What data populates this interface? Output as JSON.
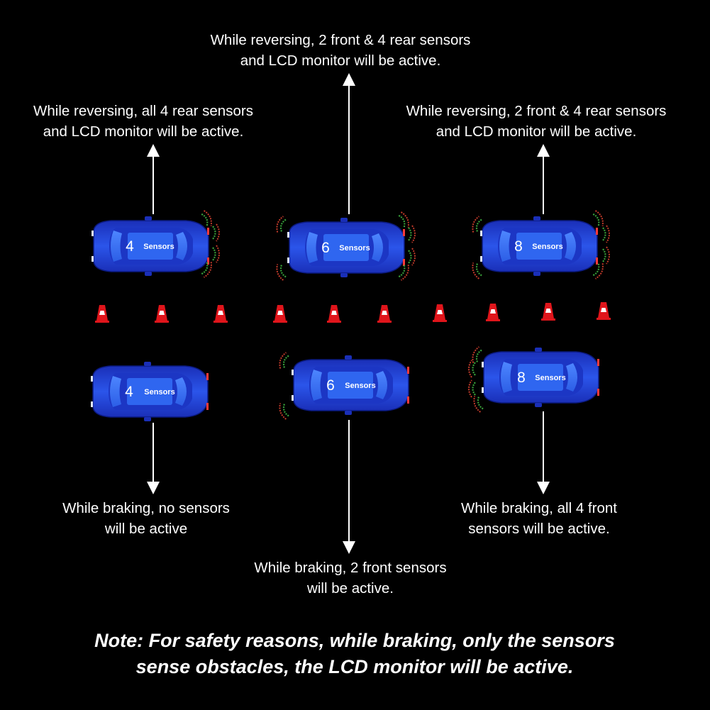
{
  "captions": {
    "rev4": "While reversing, all 4 rear sensors\nand LCD monitor will be active.",
    "rev6": "While reversing, 2 front & 4 rear sensors\nand LCD monitor will be active.",
    "rev8": "While reversing, 2 front & 4 rear sensors\nand LCD monitor will be active.",
    "brk4": "While braking, no sensors\nwill be active",
    "brk6": "While braking, 2 front sensors\nwill be active.",
    "brk8": "While braking, all 4 front\nsensors will be active."
  },
  "cars": {
    "c1": {
      "number": "4",
      "label": "Sensors"
    },
    "c2": {
      "number": "6",
      "label": "Sensors"
    },
    "c3": {
      "number": "8",
      "label": "Sensors"
    },
    "c4": {
      "number": "4",
      "label": "Sensors"
    },
    "c5": {
      "number": "6",
      "label": "Sensors"
    },
    "c6": {
      "number": "8",
      "label": "Sensors"
    }
  },
  "note": "Note: For safety reasons, while braking, only the sensors\nsense obstacles, the LCD monitor will be active.",
  "colors": {
    "background": "#000000",
    "car_body": "#1f3fd8",
    "car_glass": "#3a6cf0",
    "cone_red": "#e0151b",
    "sensor_wave": "#38a03a"
  }
}
